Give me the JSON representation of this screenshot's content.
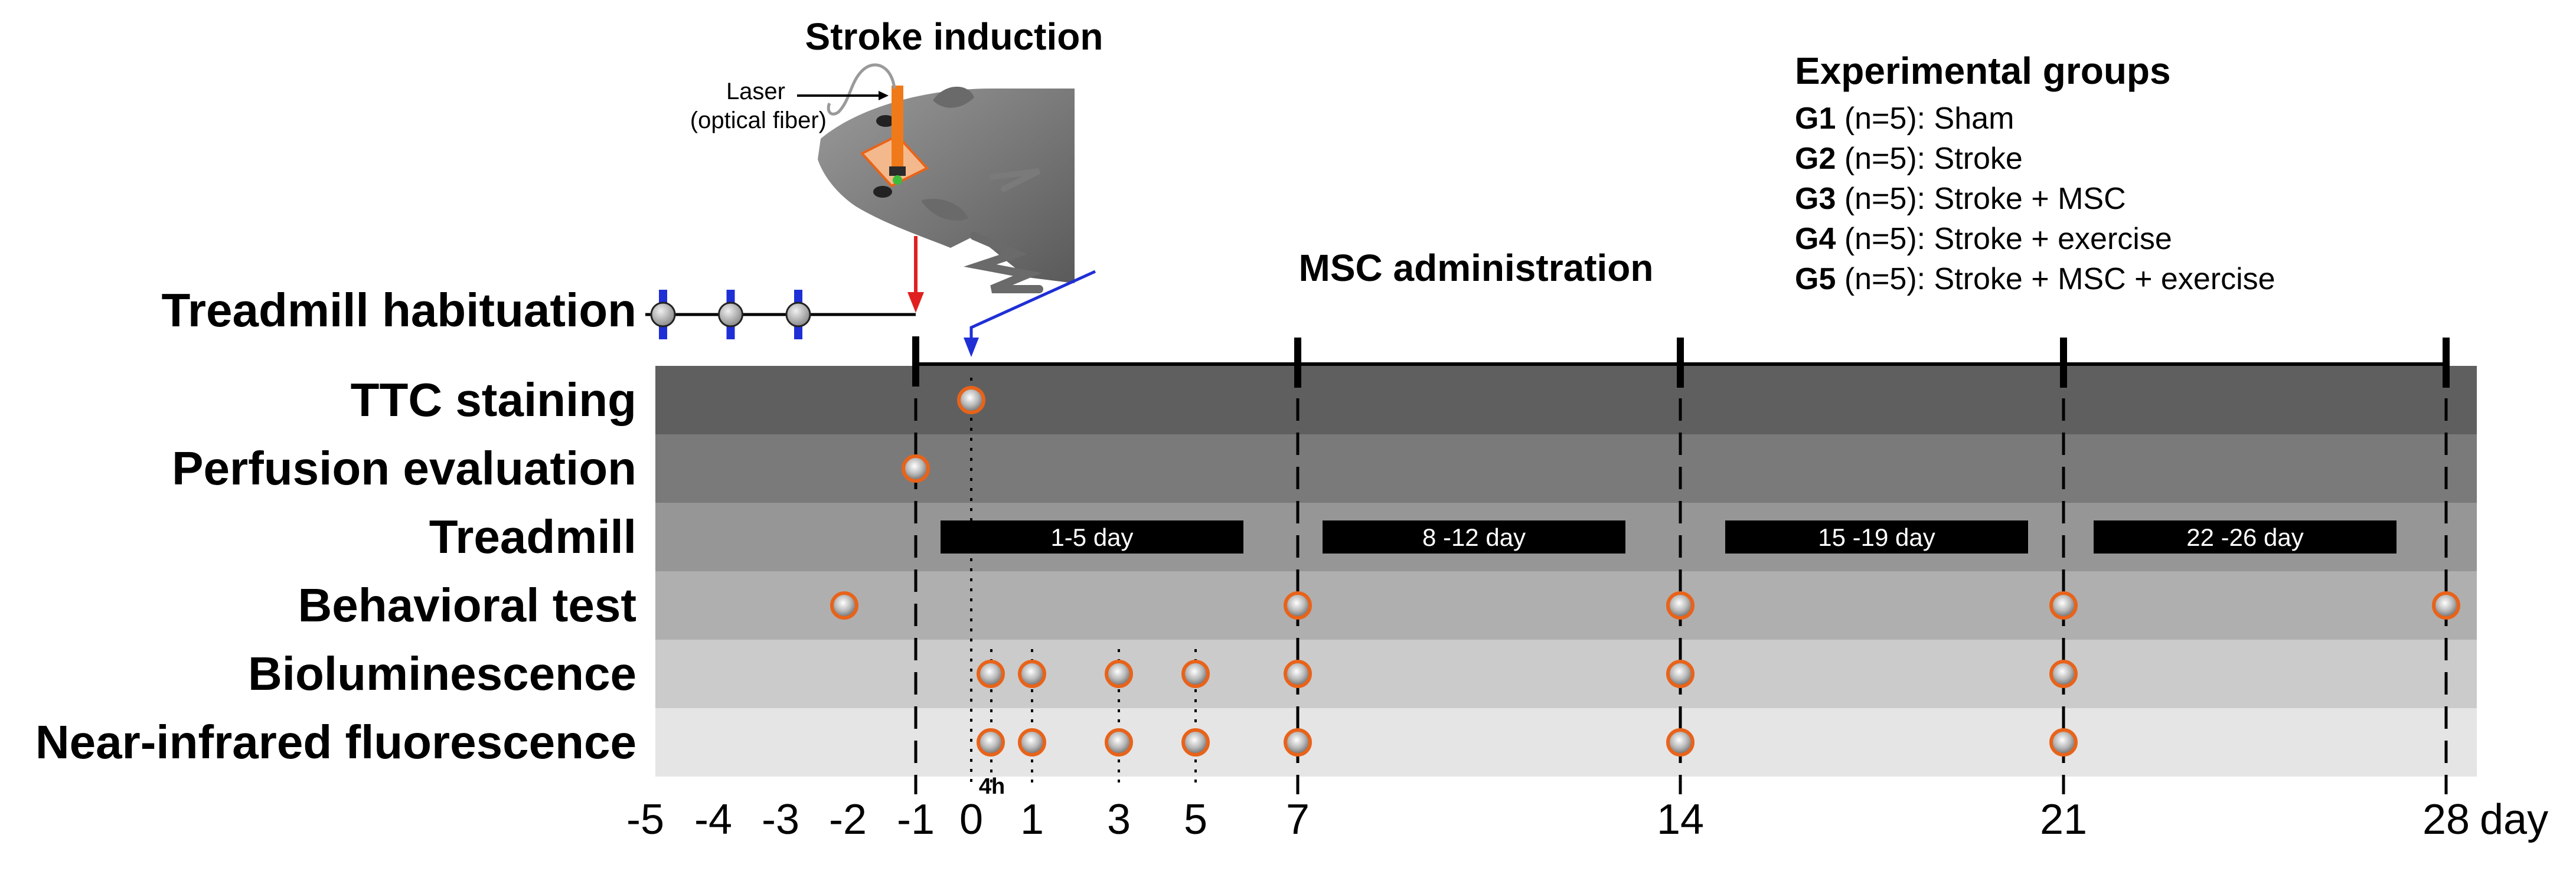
{
  "stroke_title": "Stroke induction",
  "laser_label": "Laser",
  "laser_sublabel": "(optical fiber)",
  "msc_label": "MSC administration",
  "groups": {
    "title": "Experimental groups",
    "items": [
      {
        "id": "G1",
        "desc": " (n=5): Sham"
      },
      {
        "id": "G2",
        "desc": " (n=5): Stroke"
      },
      {
        "id": "G3",
        "desc": " (n=5): Stroke + MSC"
      },
      {
        "id": "G4",
        "desc": " (n=5): Stroke + exercise"
      },
      {
        "id": "G5",
        "desc": " (n=5): Stroke + MSC + exercise"
      }
    ]
  },
  "habituation_label": "Treadmill habituation",
  "habituation_days": [
    -5,
    -4,
    -3
  ],
  "rows": [
    {
      "label": "TTC staining",
      "band_color": "#5f5f5f",
      "days": [
        0
      ]
    },
    {
      "label": "Perfusion evaluation",
      "band_color": "#7a7a7a",
      "days": [
        -1
      ]
    },
    {
      "label": "Treadmill",
      "band_color": "#969696",
      "days": []
    },
    {
      "label": "Behavioral test",
      "band_color": "#afafaf",
      "days": [
        -2,
        7,
        14,
        21,
        28
      ]
    },
    {
      "label": "Bioluminescence",
      "band_color": "#cbcbcb",
      "days": [
        0.33,
        1,
        3,
        5,
        7,
        14,
        21
      ]
    },
    {
      "label": "Near-infrared fluorescence",
      "band_color": "#e5e5e5",
      "days": [
        0.33,
        1,
        3,
        5,
        7,
        14,
        21
      ]
    }
  ],
  "treadmill_bars": [
    {
      "label": "1-5 day",
      "start": 0.5,
      "end": 5.5
    },
    {
      "label": "8 -12 day",
      "start": 7.5,
      "end": 12.5
    },
    {
      "label": "15 -19 day",
      "start": 14.5,
      "end": 19.5
    },
    {
      "label": "22 -26 day",
      "start": 21.5,
      "end": 26.5
    }
  ],
  "axis_ticks": [
    -5,
    -4,
    -3,
    -2,
    -1,
    0,
    1,
    3,
    5,
    7,
    14,
    21,
    28
  ],
  "axis_unit": "day",
  "four_h_label": "4h",
  "week_marks": [
    -1,
    7,
    14,
    21,
    28
  ],
  "colors": {
    "marker_ring": "#e8631a",
    "habituation_tick": "#1f2fd6",
    "stroke_arrow": "#e02020",
    "msc_arrow": "#1f2fd6",
    "fiber": "#f07a1a",
    "mouse": "#808080"
  }
}
